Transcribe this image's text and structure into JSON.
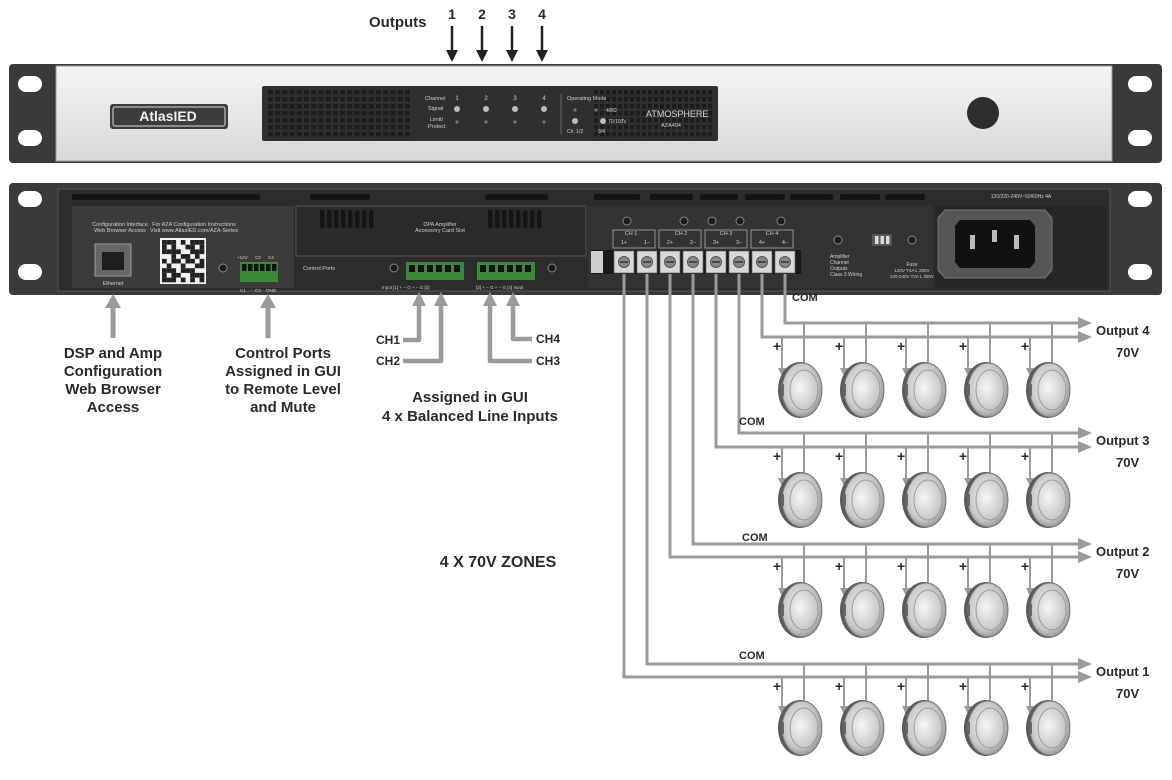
{
  "header": {
    "outputs_label": "Outputs",
    "output_numbers": [
      "1",
      "2",
      "3",
      "4"
    ]
  },
  "front_panel": {
    "logo": "AtlasIED",
    "channel_label": "Channel",
    "signal_label": "Signal",
    "limit_label": "Limit/",
    "protect_label": "Protect",
    "channel_numbers": [
      "1",
      "2",
      "3",
      "4"
    ],
    "operating_mode_label": "Operating Mode",
    "mode_4ohm": "4/8Ω",
    "mode_70v": "70/100V",
    "mode_ch12": "Ch. 1/2",
    "mode_34": "3/4",
    "brand": "ATMOSPHERE",
    "model": "AZA404"
  },
  "rear_panel": {
    "config_interface": "Configuration Interface",
    "web_browser_access": "Web Browser Access",
    "aza_instructions": "For AZA Configuration Instructions",
    "aza_url": "Visit www.AtlasIED.com/AZA-Series",
    "ethernet_label": "Ethernet",
    "control_ports_label": "Control Ports",
    "ctrl_top_pins": [
      "+12V",
      "C2",
      "C4"
    ],
    "ctrl_bottom_pins": [
      "C1",
      "C3",
      "GND"
    ],
    "dpa_title": "DPA Amplifier",
    "dpa_subtitle": "Accessory Card Slot",
    "input_left": "Input [1] + − G + − G [2]",
    "input_right": "[3] + − G + − G [4] Input",
    "ch_labels": [
      "CH 1",
      "CH 2",
      "CH 3",
      "CH 4"
    ],
    "terminal_labels": [
      "1+",
      "1−",
      "2+",
      "2−",
      "3+",
      "3−",
      "4+",
      "4−"
    ],
    "amp_outputs": [
      "Amplifier",
      "Channel",
      "Outputs",
      "Class 3 Wiring"
    ],
    "fuse_label": "Fuse",
    "fuse_line1": "120V T4A L 250V",
    "fuse_line2": "220-240V T2A L 250V",
    "power_rating": "120/220-240V~50/60Hz 4A"
  },
  "callouts": {
    "dsp_lines": [
      "DSP and Amp",
      "Configuration",
      "Web Browser",
      "Access"
    ],
    "control_lines": [
      "Control Ports",
      "Assigned in GUI",
      "to Remote Level",
      "and Mute"
    ],
    "inputs_lines": [
      "Assigned in GUI",
      "4 x Balanced Line Inputs"
    ],
    "ch1": "CH1",
    "ch2": "CH2",
    "ch3": "CH3",
    "ch4": "CH4"
  },
  "zones": {
    "title": "4 X 70V ZONES",
    "com_label": "COM",
    "plus_label": "+",
    "voltage": "70V",
    "outputs": [
      "Output 4",
      "Output 3",
      "Output 2",
      "Output 1"
    ]
  }
}
